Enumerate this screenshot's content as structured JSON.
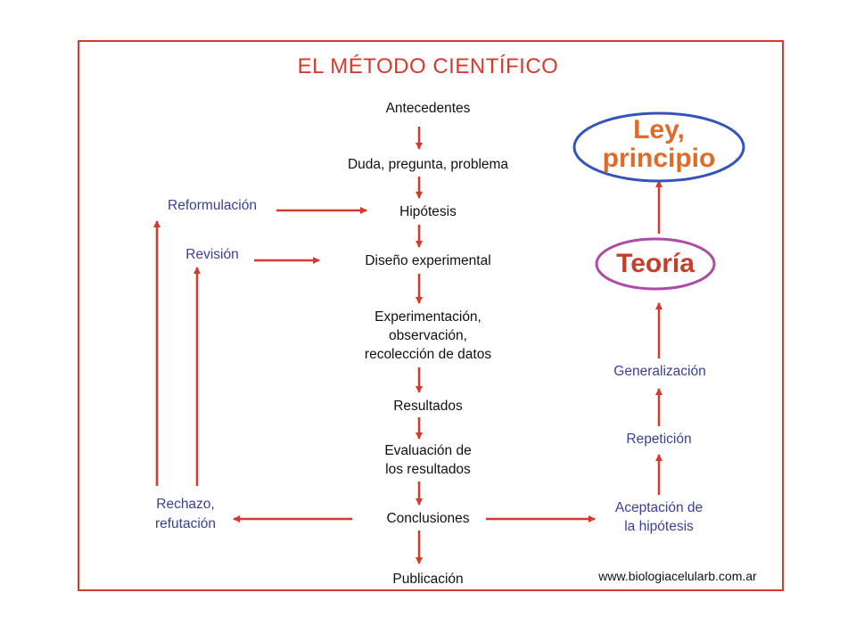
{
  "title": "EL MÉTODO CIENTÍFICO",
  "steps": {
    "antecedentes": "Antecedentes",
    "duda": "Duda, pregunta, problema",
    "hipotesis": "Hipótesis",
    "diseno": "Diseño experimental",
    "experimentacion_1": "Experimentación,",
    "experimentacion_2": "observación,",
    "experimentacion_3": "recolección de datos",
    "resultados": "Resultados",
    "evaluacion_1": "Evaluación de",
    "evaluacion_2": "los resultados",
    "conclusiones": "Conclusiones",
    "publicacion": "Publicación"
  },
  "left": {
    "reformulacion": "Reformulación",
    "revision": "Revisión",
    "rechazo_1": "Rechazo,",
    "rechazo_2": "refutación"
  },
  "right": {
    "aceptacion_1": "Aceptación de",
    "aceptacion_2": "la hipótesis",
    "repeticion": "Repetición",
    "generalizacion": "Generalización",
    "teoria": "Teoría",
    "ley_1": "Ley,",
    "ley_2": "principio"
  },
  "source": "www.biologiacelularb.com.ar",
  "colors": {
    "arrow": "#d63a2e",
    "frame": "#d63a2e",
    "blue_text": "#3a3f99",
    "ley_ellipse": "#3355bb",
    "teoria_ellipse": "#b04aa8"
  }
}
